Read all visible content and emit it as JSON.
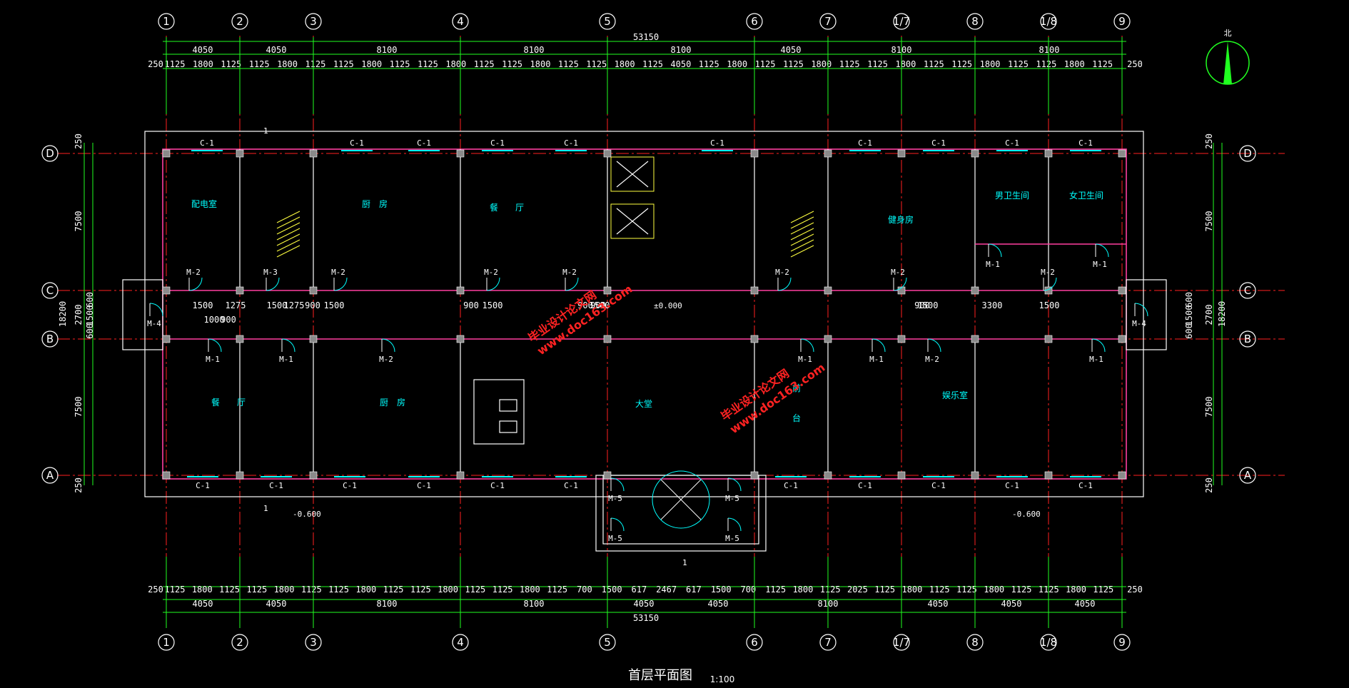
{
  "drawing": {
    "title": "首层平面图",
    "scale": "1:100",
    "north_label": "北",
    "level_floor": "±0.000",
    "level_outside": "-0.600",
    "section_mark": "1"
  },
  "axes_x": [
    "1",
    "2",
    "3",
    "4",
    "5",
    "6",
    "7",
    "1/7",
    "8",
    "1/8",
    "9"
  ],
  "axes_y": [
    "D",
    "C",
    "B",
    "A"
  ],
  "top_dims": {
    "total": "53150",
    "bays": [
      "4050",
      "4050",
      "8100",
      "8100",
      "8100",
      "4050",
      "8100",
      "8100"
    ],
    "edge": "250",
    "detail": [
      "1125",
      "1800",
      "1125",
      "1125",
      "1800",
      "1125",
      "1125",
      "1800",
      "1125",
      "1125",
      "1800",
      "1125",
      "1125",
      "1800",
      "1125",
      "1125",
      "1800",
      "1125",
      "4050",
      "1125",
      "1800",
      "1125",
      "1125",
      "1800",
      "1125",
      "1125",
      "1800",
      "1125",
      "1125",
      "1800",
      "1125",
      "1125",
      "1800",
      "1125"
    ]
  },
  "bottom_dims": {
    "total": "53150",
    "bays": [
      "4050",
      "4050",
      "8100",
      "8100",
      "4050",
      "4050",
      "8100",
      "4050",
      "4050",
      "4050"
    ],
    "edge": "250",
    "detail": [
      "1125",
      "1800",
      "1125",
      "1125",
      "1800",
      "1125",
      "1125",
      "1800",
      "1125",
      "1125",
      "1800",
      "1125",
      "1125",
      "1800",
      "1125",
      "700",
      "1500",
      "617",
      "2467",
      "617",
      "1500",
      "700",
      "1125",
      "1800",
      "1125",
      "2025",
      "1125",
      "1800",
      "1125",
      "1125",
      "1800",
      "1125",
      "1125",
      "1800",
      "1125"
    ]
  },
  "side_dims": {
    "total": "18200",
    "bays": [
      "7500",
      "2700",
      "7500"
    ],
    "edge": "250",
    "corridor": [
      "600",
      "1500",
      "600"
    ]
  },
  "rooms": [
    "配电室",
    "厨　房",
    "餐　　厅",
    "健身房",
    "男卫生间",
    "女卫生间",
    "餐　　厅",
    "厨　房",
    "大堂",
    "前",
    "台",
    "娱乐室"
  ],
  "doors": [
    "M-1",
    "M-2",
    "M-3",
    "M-4",
    "M-5"
  ],
  "windows": [
    "C-1"
  ],
  "corridor_dims": [
    "1500",
    "1275",
    "1500",
    "1275",
    "900",
    "1500",
    "900",
    "1500",
    "900",
    "1000",
    "900",
    "900",
    "1500",
    "3300",
    "1500",
    "900",
    "1500"
  ],
  "watermarks": [
    "毕业设计论文网",
    "www.doc163.com"
  ],
  "colors": {
    "background": "#000000",
    "grid": "#ff2020",
    "dimension": "#20ff20",
    "wall": "#ffffff",
    "room_text": "#00ffff",
    "watermark": "#ff2222"
  }
}
